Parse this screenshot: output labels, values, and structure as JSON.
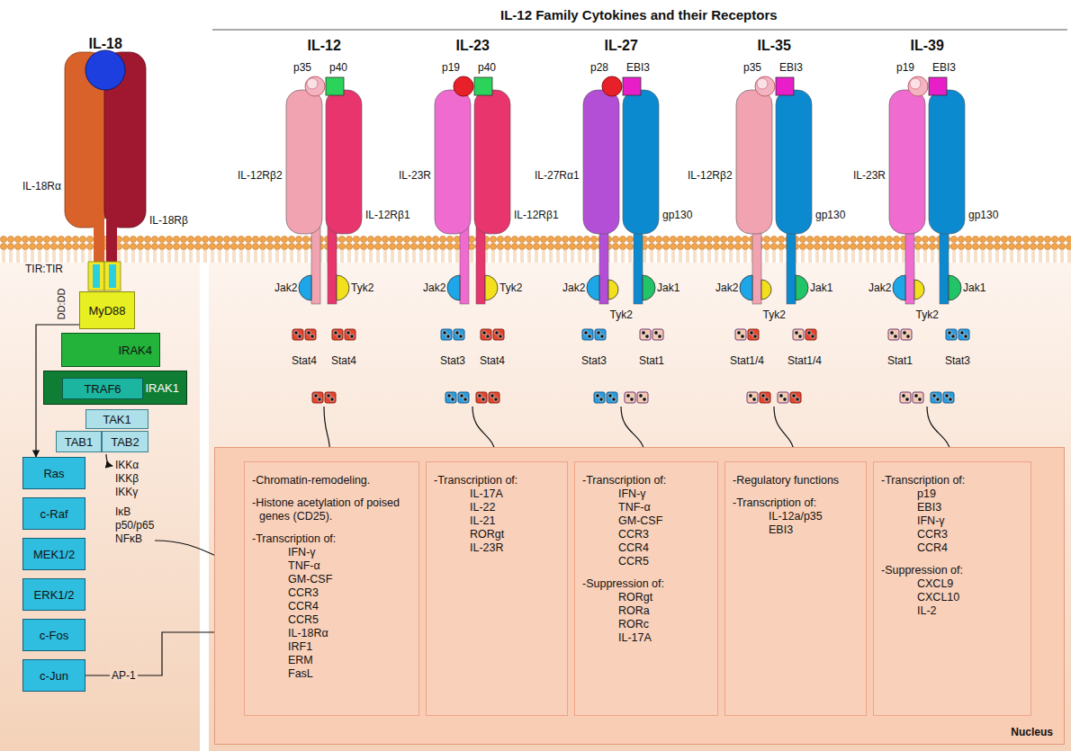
{
  "diagram": {
    "title": "IL-12 Family Cytokines and their Receptors",
    "nodes": [
      {
        "text": [
          "MyD88"
        ]
      },
      {
        "text": [
          "IRAK4"
        ]
      },
      {
        "text": [
          "IRAK1"
        ]
      },
      {
        "text": [
          "TRAF6"
        ],
        "in": 2
      },
      {
        "text": [
          "TAK1"
        ]
      },
      {
        "text": [
          "TAB1"
        ]
      },
      {
        "text": [
          "TAB2"
        ]
      },
      {
        "text": [
          "Ras"
        ]
      },
      {
        "text": [
          "c-Raf"
        ]
      },
      {
        "text": [
          "MEK1/2"
        ]
      },
      {
        "text": [
          "ERK1/2"
        ]
      },
      {
        "text": [
          "c-Fos"
        ]
      },
      {
        "text": [
          "c-Jun"
        ]
      },
      {
        "text": [
          "Nucleus"
        ]
      },
      {
        "text": [
          "-Chromatin-remodeling.",
          "-Histone acetylation of poised genes (CD25).",
          "-Transcription of:",
          "IFN-γ",
          "TNF-α",
          "GM-CSF",
          "CCR3",
          "CCR4",
          "CCR5",
          "IL-18Rα",
          "IRF1",
          "ERM",
          "FasL"
        ],
        "in": 13
      },
      {
        "text": [
          "-Transcription of:",
          "IL-17A",
          "IL-22",
          "IL-21",
          "RORgt",
          "IL-23R"
        ],
        "in": 13
      },
      {
        "text": [
          "-Transcription of:",
          "IFN-γ",
          "TNF-α",
          "GM-CSF",
          "CCR3",
          "CCR4",
          "CCR5",
          "-Suppression of:",
          "RORgt",
          "RORa",
          "RORc",
          "IL-17A"
        ],
        "in": 13
      },
      {
        "text": [
          "-Regulatory functions",
          "-Transcription of:",
          "IL-12a/p35",
          "EBI3"
        ],
        "in": 13
      },
      {
        "text": [
          "-Transcription of:",
          "p19",
          "EBI3",
          "IFN-γ",
          "CCR3",
          "CCR4",
          "-Suppression of:",
          "CXCL9",
          "CXCL10",
          "IL-2"
        ],
        "in": 13
      }
    ],
    "edges": [
      {
        "from": 0,
        "to": 7,
        "arrow": "to"
      },
      {
        "from": 12,
        "to": 14,
        "label": "AP-1",
        "arrow": "to"
      }
    ],
    "labels": [
      "IL-18",
      "IL-18Rα",
      "IL-18Rβ",
      "TIR:TIR",
      "DD:DD",
      "IKKα",
      "IKKβ",
      "IKKγ",
      "IκB",
      "p50/p65",
      "NFκB",
      "IL-12",
      "p35",
      "p40",
      "IL-12Rβ2",
      "IL-12Rβ1",
      "Jak2",
      "Tyk2",
      "Stat4",
      "Stat4",
      "IL-23",
      "p19",
      "p40",
      "IL-23R",
      "IL-12Rβ1",
      "Jak2",
      "Tyk2",
      "Stat3",
      "Stat4",
      "IL-27",
      "p28",
      "EBI3",
      "IL-27Rα1",
      "gp130",
      "Jak2",
      "Jak1",
      "Tyk2",
      "Stat3",
      "Stat1",
      "IL-35",
      "p35",
      "EBI3",
      "IL-12Rβ2",
      "gp130",
      "Jak2",
      "Jak1",
      "Tyk2",
      "Stat1/4",
      "Stat1/4",
      "IL-39",
      "p19",
      "EBI3",
      "IL-23R",
      "gp130",
      "Jak2",
      "Jak1",
      "Tyk2",
      "Stat1",
      "Stat3"
    ]
  }
}
